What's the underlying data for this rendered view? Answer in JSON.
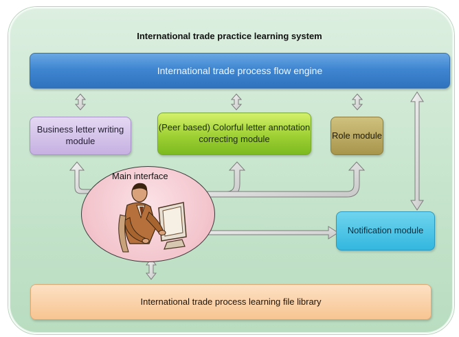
{
  "title": "International  trade practice learning system",
  "engine": {
    "label": "International  trade process  flow engine"
  },
  "modules": {
    "business_letter": "Business letter writing module",
    "colorful_letter": "(Peer based) Colorful letter annotation correcting module",
    "role": "Role module",
    "notification": "Notification module"
  },
  "main_interface": {
    "label": "Main interface",
    "icon": "person-at-computer-icon"
  },
  "library": {
    "label": "International  trade process  learning file library"
  },
  "colors": {
    "panel": "#c6e4cc",
    "engine": "#3f86d1",
    "business_letter": "#c6b0e2",
    "colorful_letter": "#9ed033",
    "role": "#a8954c",
    "notification": "#33b7df",
    "library": "#f7c592",
    "main_interface": "#f3c4cc",
    "arrow": "#dcdcdc"
  }
}
